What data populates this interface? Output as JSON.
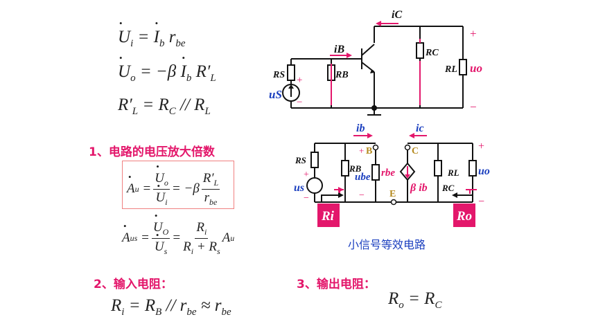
{
  "formulas": {
    "ui_line": "U̇i = İb rbe",
    "uo_line": "U̇o = −β İb R′L",
    "rl_line": "R′L = RC // RL",
    "au_line": "Ȧu = U̇o / U̇i = −β R′L / rbe",
    "aus_line": "Ȧus = U̇O / U̇s = Ri / (Ri + Rs) Ȧu",
    "ri_line": "Ri = RB // rbe ≈ rbe",
    "ro_line": "Ro = RC"
  },
  "headings": {
    "h1": "1、电路的电压放大倍数",
    "h2": "2、输入电阻：",
    "h3": "3、输出电阻："
  },
  "caption": "小信号等效电路",
  "top_circuit": {
    "ic": "iC",
    "ib": "iB",
    "rs": "RS",
    "rb": "RB",
    "rc": "RC",
    "rl": "RL",
    "us": "uS",
    "uo": "uo",
    "plus": "+",
    "minus": "−"
  },
  "bottom_circuit": {
    "ib": "ib",
    "ic": "ic",
    "rs": "RS",
    "rb": "RB",
    "rbe": "rbe",
    "ube": "ube",
    "rl": "RL",
    "rc": "RC",
    "uo": "uo",
    "us": "us",
    "node_b": "B",
    "node_c": "C",
    "node_e": "E",
    "source": "β ib",
    "ri": "Ri",
    "ro": "Ro",
    "plus": "+",
    "minus": "−"
  },
  "colors": {
    "accent_red": "#e3176b",
    "blue": "#1b3fbf",
    "gold": "#b58a1f",
    "wire": "#111111"
  }
}
